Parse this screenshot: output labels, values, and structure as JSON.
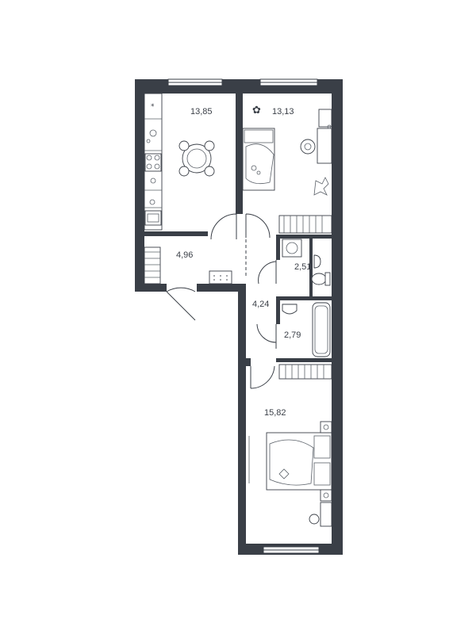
{
  "rooms": [
    {
      "id": "kitchen",
      "area": "13,85"
    },
    {
      "id": "bedroom-1",
      "area": "13,13"
    },
    {
      "id": "hall-small",
      "area": "4,96"
    },
    {
      "id": "wc",
      "area": "2,51"
    },
    {
      "id": "corridor",
      "area": "4,24"
    },
    {
      "id": "bathroom",
      "area": "2,79"
    },
    {
      "id": "bedroom-2",
      "area": "15,82"
    }
  ],
  "colors": {
    "wall": "#3a3f47",
    "background": "#ffffff"
  }
}
